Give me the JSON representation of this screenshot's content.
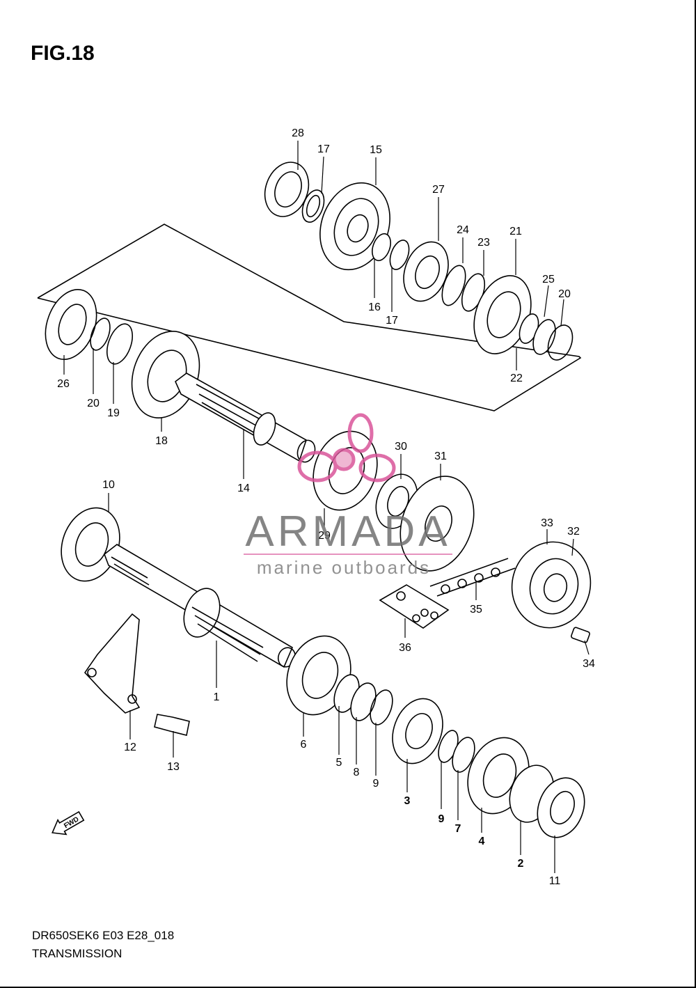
{
  "figure": {
    "title": "FIG.18"
  },
  "footer": {
    "model_code": "DR650SEK6 E03 E28_018",
    "section": "TRANSMISSION"
  },
  "watermark": {
    "brand": "ARMADA",
    "tagline": "marine outboards",
    "color": "#d9559a"
  },
  "fwd_label": "FWD",
  "callouts": [
    {
      "id": "c28",
      "text": "28"
    },
    {
      "id": "c17a",
      "text": "17"
    },
    {
      "id": "c15",
      "text": "15"
    },
    {
      "id": "c27",
      "text": "27"
    },
    {
      "id": "c24",
      "text": "24"
    },
    {
      "id": "c23",
      "text": "23"
    },
    {
      "id": "c21",
      "text": "21"
    },
    {
      "id": "c25",
      "text": "25"
    },
    {
      "id": "c20a",
      "text": "20"
    },
    {
      "id": "c16",
      "text": "16"
    },
    {
      "id": "c17b",
      "text": "17"
    },
    {
      "id": "c22",
      "text": "22"
    },
    {
      "id": "c26",
      "text": "26"
    },
    {
      "id": "c20b",
      "text": "20"
    },
    {
      "id": "c19",
      "text": "19"
    },
    {
      "id": "c18",
      "text": "18"
    },
    {
      "id": "c14",
      "text": "14"
    },
    {
      "id": "c30",
      "text": "30"
    },
    {
      "id": "c31",
      "text": "31"
    },
    {
      "id": "c29",
      "text": "29"
    },
    {
      "id": "c10",
      "text": "10"
    },
    {
      "id": "c33",
      "text": "33"
    },
    {
      "id": "c32",
      "text": "32"
    },
    {
      "id": "c35",
      "text": "35"
    },
    {
      "id": "c36",
      "text": "36"
    },
    {
      "id": "c34",
      "text": "34"
    },
    {
      "id": "c1",
      "text": "1"
    },
    {
      "id": "c12",
      "text": "12"
    },
    {
      "id": "c13",
      "text": "13"
    },
    {
      "id": "c6",
      "text": "6"
    },
    {
      "id": "c5",
      "text": "5"
    },
    {
      "id": "c8",
      "text": "8"
    },
    {
      "id": "c9a",
      "text": "9"
    },
    {
      "id": "c3",
      "text": "3"
    },
    {
      "id": "c9b",
      "text": "9"
    },
    {
      "id": "c7",
      "text": "7"
    },
    {
      "id": "c4",
      "text": "4"
    },
    {
      "id": "c2",
      "text": "2"
    },
    {
      "id": "c11",
      "text": "11"
    }
  ]
}
